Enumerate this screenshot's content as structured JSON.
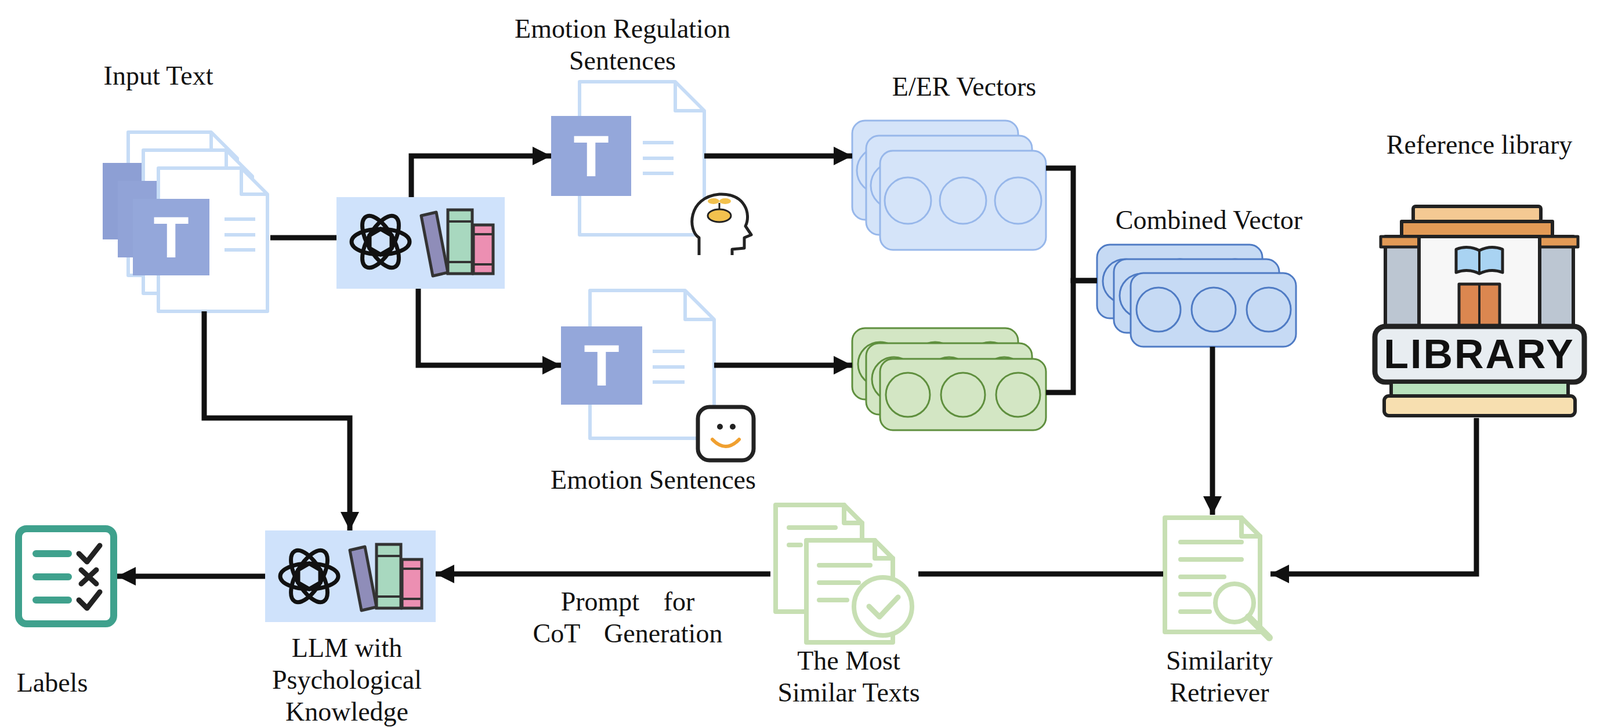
{
  "diagram": {
    "nodes": [
      {
        "text": [
          "Input Text"
        ]
      },
      {
        "text": []
      },
      {
        "text": [
          "Emotion Regulation Sentences"
        ]
      },
      {
        "text": [
          "Emotion Sentences"
        ]
      },
      {
        "text": [
          "E/ER Vectors"
        ]
      },
      {
        "text": []
      },
      {
        "text": [
          "Combined Vector"
        ]
      },
      {
        "text": [
          "Reference library",
          "LIBRARY"
        ]
      },
      {
        "text": [
          "Similarity Retriever"
        ]
      },
      {
        "text": [
          "The Most Similar Texts"
        ]
      },
      {
        "text": [
          "LLM with Psychological Knowledge"
        ]
      },
      {
        "text": [
          "Labels"
        ]
      }
    ],
    "edges": [
      {
        "from": 0,
        "to": 1,
        "arrow": "none"
      },
      {
        "from": 1,
        "to": 2,
        "arrow": "to"
      },
      {
        "from": 1,
        "to": 3,
        "arrow": "to"
      },
      {
        "from": 2,
        "to": 4,
        "arrow": "to"
      },
      {
        "from": 3,
        "to": 5,
        "arrow": "to"
      },
      {
        "from": 4,
        "to": 6,
        "arrow": "none"
      },
      {
        "from": 5,
        "to": 6,
        "arrow": "none"
      },
      {
        "from": 6,
        "to": 8,
        "arrow": "to"
      },
      {
        "from": 7,
        "to": 8,
        "arrow": "to"
      },
      {
        "from": 8,
        "to": 9,
        "arrow": "none"
      },
      {
        "from": 9,
        "to": 10,
        "arrow": "to",
        "label": "Prompt for CoT Generation"
      },
      {
        "from": 0,
        "to": 10,
        "arrow": "to"
      },
      {
        "from": 10,
        "to": 11,
        "arrow": "to"
      }
    ],
    "labels": [
      "T",
      "T",
      "T"
    ]
  }
}
